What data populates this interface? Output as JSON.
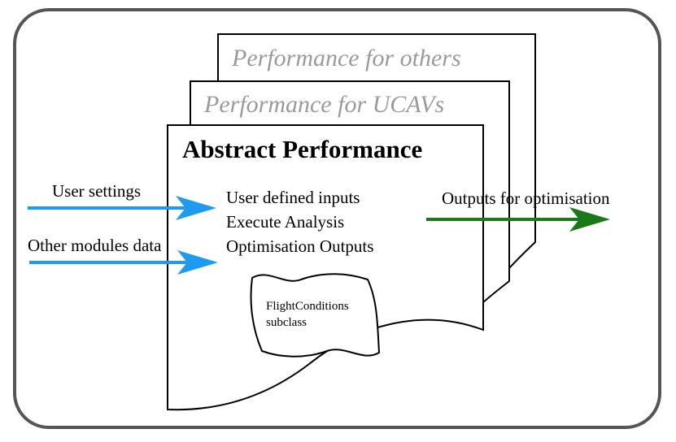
{
  "layers": {
    "back_title": "Performance for others",
    "middle_title": "Performance for UCAVs"
  },
  "front": {
    "title": "Abstract Performance",
    "items": [
      "User defined inputs",
      "Execute Analysis",
      "Optimisation Outputs"
    ],
    "subclass_lines": [
      "FlightConditions",
      "subclass"
    ]
  },
  "arrows": {
    "input1_label": "User settings",
    "input2_label": "Other modules data",
    "output_label": "Outputs for optimisation"
  },
  "colors": {
    "input_arrow": "#1e9bef",
    "output_arrow": "#1a7a1a",
    "frame": "#555555",
    "layer_title": "#9a9a9a"
  }
}
